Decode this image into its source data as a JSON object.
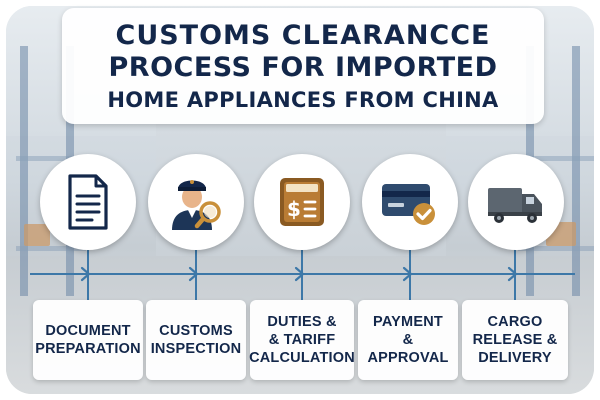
{
  "title": {
    "line1": "CUSTOMS CLEARANCCE",
    "line2": "PROCESS FOR IMPORTED",
    "line3": "HOME APPLIANCES FROM CHINA"
  },
  "steps": [
    {
      "label": "DOCUMENT\nPREPARATION",
      "icon": "document-icon"
    },
    {
      "label": "CUSTOMS\nINSPECTION",
      "icon": "customs-officer-icon"
    },
    {
      "label": "DUTIES &\n& TARIFF\nCALCULATION",
      "icon": "calculator-icon"
    },
    {
      "label": "PAYMENT\n&\nAPPROVAL",
      "icon": "credit-card-icon"
    },
    {
      "label": "CARGO\nRELEASE &\nDELIVERY",
      "icon": "delivery-truck-icon"
    }
  ],
  "colors": {
    "navy": "#13274a",
    "flow_line": "#3d78a8",
    "accent_gold": "#c9903a",
    "calculator_brown": "#8a5a22"
  }
}
